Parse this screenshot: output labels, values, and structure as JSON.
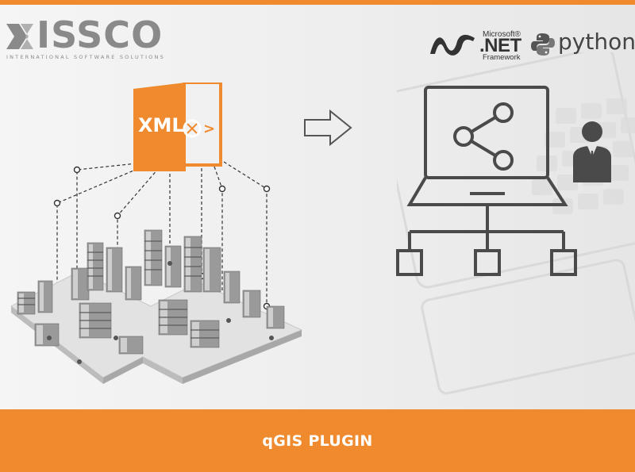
{
  "brand": {
    "logo_text": "ISSCO",
    "logo_tagline": "INTERNATIONAL SOFTWARE SOLUTIONS"
  },
  "tech_logos": {
    "net_brand": "Microsoft®",
    "net_name": ".NET",
    "net_sub": "Framework",
    "python_name": "python"
  },
  "xml_file": {
    "label": "XML"
  },
  "footer": {
    "title": "qGIS PLUGIN"
  },
  "colors": {
    "accent": "#f08a2e",
    "icon_gray": "#4a4a4a",
    "logo_gray": "#8a8a8a"
  },
  "icons": [
    "issco-logo-icon",
    "dotnet-logo-icon",
    "python-logo-icon",
    "xml-file-icon",
    "arrow-right-icon",
    "laptop-share-icon",
    "share-icon",
    "network-node-icon",
    "businessman-icon",
    "isometric-city-icon"
  ]
}
